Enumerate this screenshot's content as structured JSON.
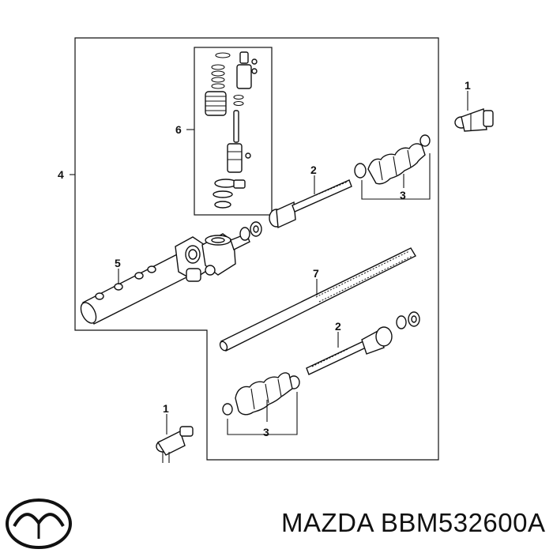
{
  "diagram": {
    "callouts": {
      "tie_rod_end_right": "1",
      "tie_rod_end_left": "1",
      "inner_tie_rod_upper": "2",
      "inner_tie_rod_lower": "2",
      "boot_kit_upper": "3",
      "boot_kit_lower": "3",
      "steering_gear_assembly": "4",
      "gear_housing": "5",
      "pinion_valve_kit": "6",
      "rack": "7"
    }
  },
  "footer": {
    "brand_part_number": "MAZDA BBM532600A"
  },
  "colors": {
    "line": "#111111",
    "background": "#ffffff"
  }
}
